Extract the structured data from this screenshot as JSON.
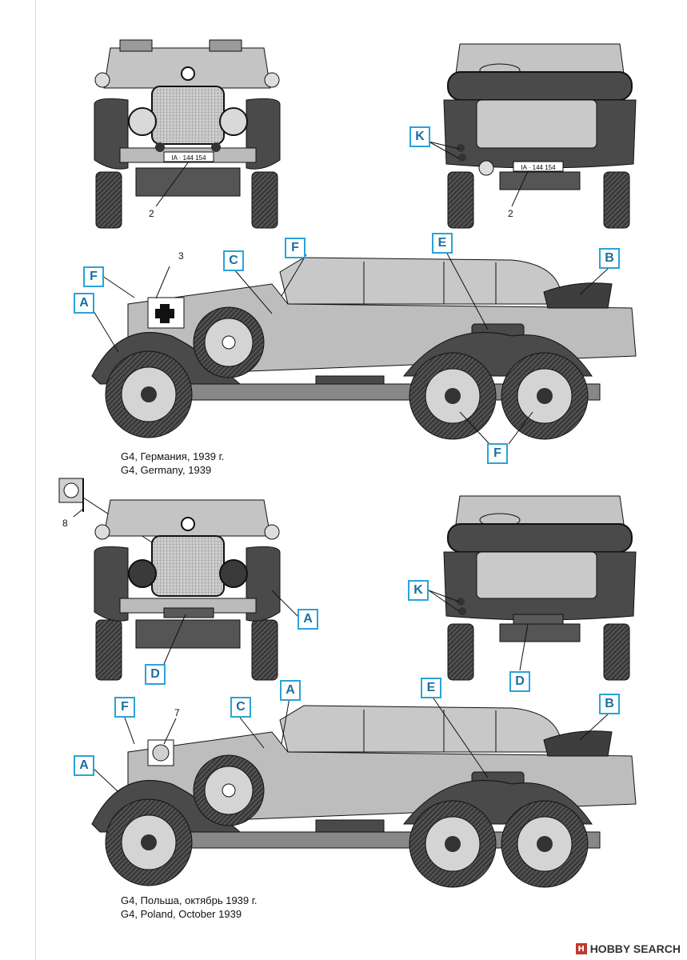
{
  "callouts": {
    "k_top": "K",
    "f_front_top": "F",
    "a_side_top": "A",
    "c_side_top": "C",
    "f_windshield_top": "F",
    "e_side_top": "E",
    "b_side_top": "B",
    "f_wheels_top": "F",
    "a_front_bottom": "A",
    "d_front_bottom": "D",
    "k_rear_bottom": "K",
    "d_rear_bottom": "D",
    "f_side_bottom": "F",
    "a_side_bottom": "A",
    "c_side_bottom": "C",
    "a_windshield_bottom": "A",
    "e_side_bottom": "E",
    "b_side_bottom": "B"
  },
  "numbers": {
    "front_top_plate": "2",
    "rear_top_plate": "2",
    "side_top_flag": "3",
    "flag_bottom": "8",
    "side_bottom_flag": "7"
  },
  "plates": {
    "front": "IA · 144 154",
    "rear": "IA · 144 154"
  },
  "captions": {
    "top_ru": "G4, Германия, 1939 г.",
    "top_en": "G4, Germany, 1939",
    "bottom_ru": "G4, Польша, октябрь 1939 г.",
    "bottom_en": "G4, Poland, October 1939"
  },
  "watermark": {
    "badge": "H",
    "text": "HOBBY SEARCH"
  },
  "colors": {
    "callout_border": "#2aa3d9",
    "body_light": "#bdbdbd",
    "body_dark": "#4a4a4a"
  }
}
